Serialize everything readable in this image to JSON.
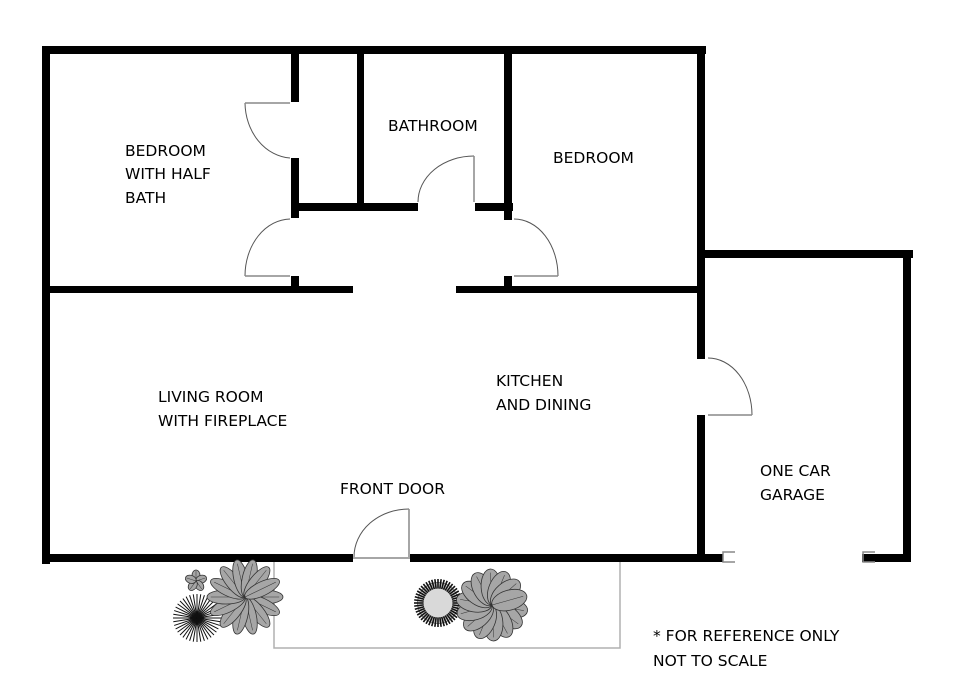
{
  "rooms": {
    "bedroom_half_bath": [
      "BEDROOM",
      "WITH HALF",
      "BATH"
    ],
    "bathroom": [
      "BATHROOM"
    ],
    "bedroom": [
      "BEDROOM"
    ],
    "living_room": [
      "LIVING ROOM",
      "WITH FIREPLACE"
    ],
    "kitchen": [
      "KITCHEN",
      "AND DINING"
    ],
    "front_door": [
      "FRONT DOOR"
    ],
    "garage": [
      "ONE CAR",
      "GARAGE"
    ]
  },
  "note": [
    "* FOR REFERENCE ONLY",
    "NOT TO SCALE"
  ],
  "colors": {
    "wall": "#000000",
    "plant_fill": "#a6a6a6",
    "plant_light": "#d9d9d9",
    "patio": "#b0b0b0"
  }
}
